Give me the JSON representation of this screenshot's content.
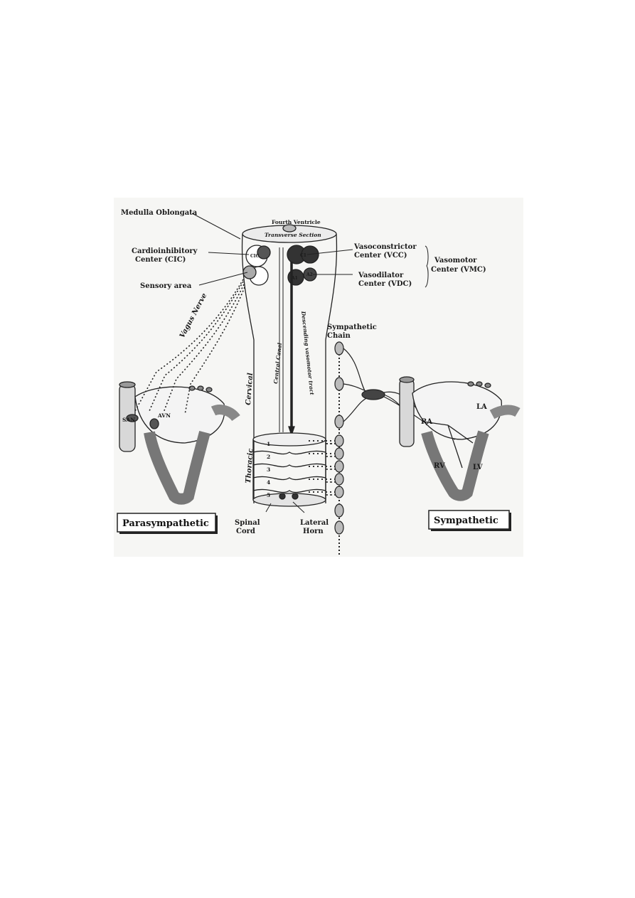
{
  "diagram": {
    "labels": {
      "medulla_oblongata": "Medulla Oblongata",
      "fourth_ventricle": "Fourth Ventricle",
      "transverse_section": "Transverse Section",
      "cardioinhibitory_1": "Cardioinhibitory",
      "cardioinhibitory_2": "Center (CIC)",
      "sensory_area": "Sensory area",
      "vasoconstrictor_1": "Vasoconstrictor",
      "vasoconstrictor_2": "Center (VCC)",
      "vasodilator_1": "Vasodilator",
      "vasodilator_2": "Center (VDC)",
      "vasomotor_1": "Vasomotor",
      "vasomotor_2": "Center (VMC)",
      "vagus_nerve": "Vagus Nerve",
      "central_canal": "Central Canal",
      "descending_tract": "Descending vasomotor tract",
      "cervical": "Cervical",
      "thoracic": "Thoracic",
      "sympathetic_chain_1": "Sympathetic",
      "sympathetic_chain_2": "Chain",
      "spinal_cord_1": "Spinal",
      "spinal_cord_2": "Cord",
      "lateral_horn_1": "Lateral",
      "lateral_horn_2": "Horn",
      "san": "SAN",
      "avn": "AVN",
      "ra": "RA",
      "la": "LA",
      "rv": "RV",
      "lv": "LV",
      "cic_short": "CIC",
      "c1": "C1",
      "a1": "A1",
      "a2": "A2"
    },
    "segments": [
      "1",
      "2",
      "3",
      "4",
      "5"
    ],
    "boxes": {
      "parasympathetic": "Parasympathetic",
      "sympathetic": "Sympathetic"
    }
  }
}
